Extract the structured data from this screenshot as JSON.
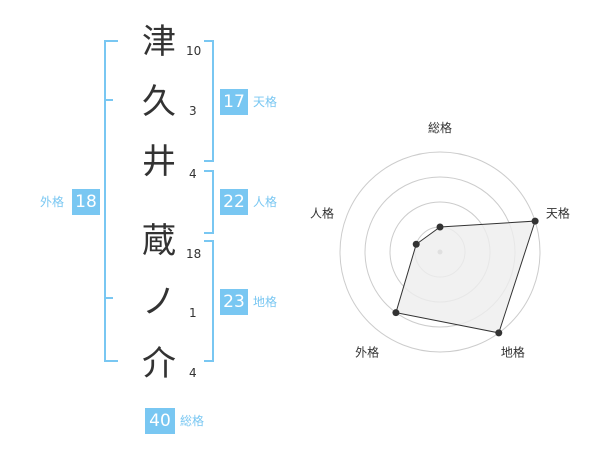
{
  "name": {
    "chars": [
      {
        "char": "津",
        "strokes": "10"
      },
      {
        "char": "久",
        "strokes": "3"
      },
      {
        "char": "井",
        "strokes": "4"
      },
      {
        "char": "蔵",
        "strokes": "18"
      },
      {
        "char": "ノ",
        "strokes": "1"
      },
      {
        "char": "介",
        "strokes": "4"
      }
    ]
  },
  "fortune": {
    "tenkaku": {
      "value": "17",
      "label": "天格"
    },
    "jinkaku": {
      "value": "22",
      "label": "人格"
    },
    "chikaku": {
      "value": "23",
      "label": "地格"
    },
    "gaikaku": {
      "value": "18",
      "label": "外格"
    },
    "soukaku": {
      "value": "40",
      "label": "総格"
    }
  },
  "colors": {
    "accent": "#79c7f2",
    "text": "#333333",
    "ring": "#cccccc",
    "fill": "#eeeeee"
  },
  "chart_data": {
    "type": "radar",
    "axes": [
      "総格",
      "天格",
      "地格",
      "外格",
      "人格"
    ],
    "rings": 4,
    "max": 4,
    "values": [
      1,
      4,
      4,
      3,
      1
    ]
  }
}
